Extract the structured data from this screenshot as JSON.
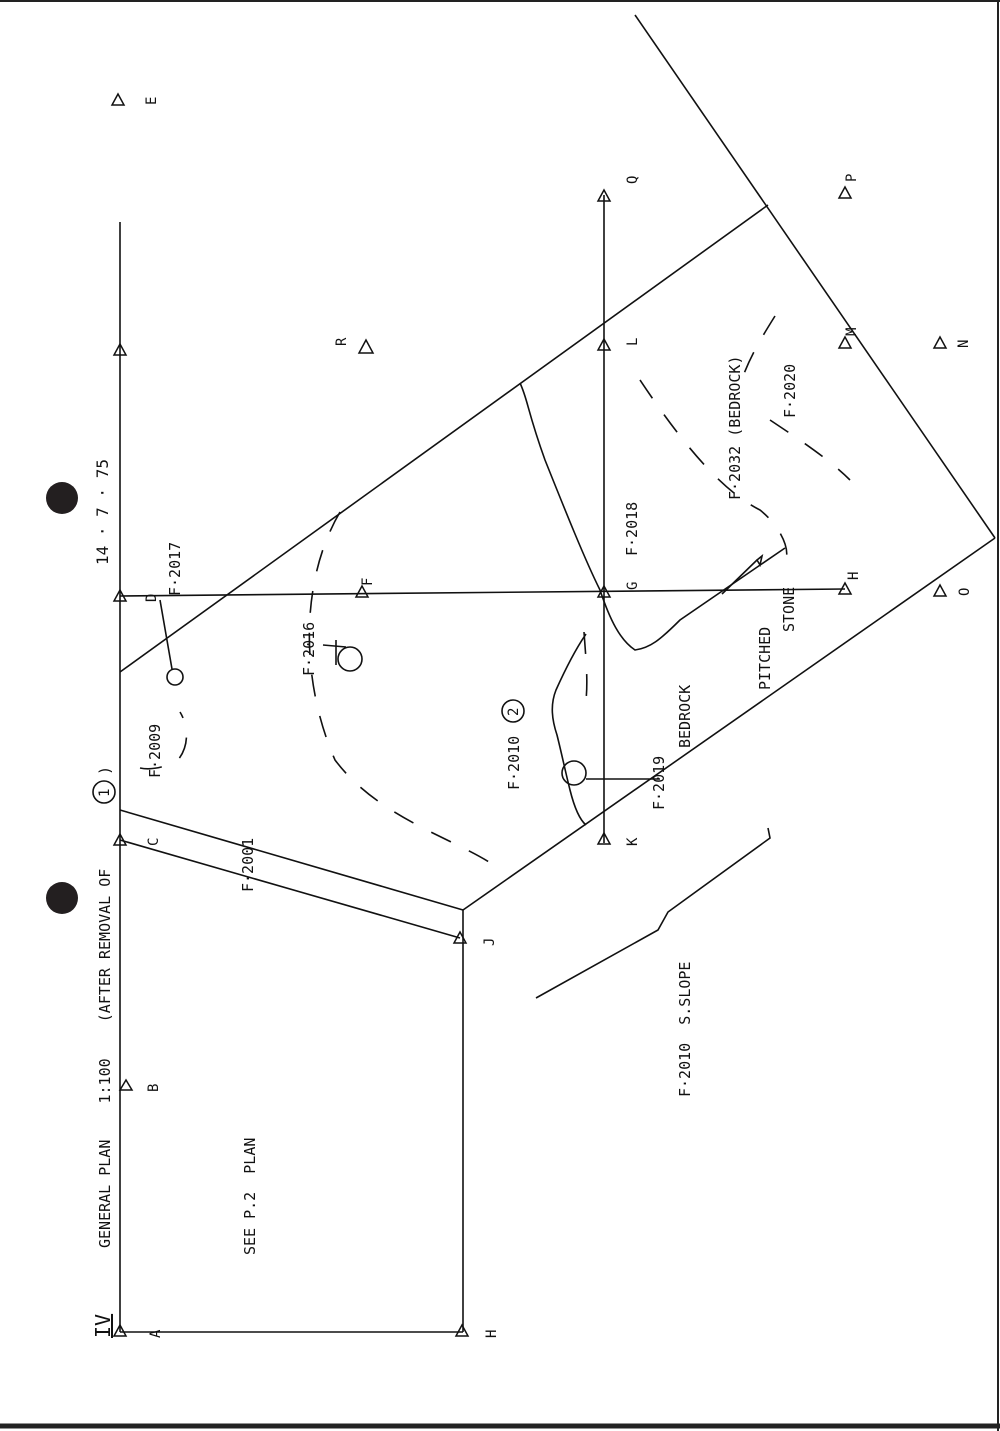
{
  "sheet": {
    "section_numeral": "IV",
    "title": "GENERAL PLAN    1:100    (AFTER REMOVAL OF",
    "title_circled": "1",
    "title_close": ")",
    "date": "14 · 7 · 75",
    "see_plan": "SEE P.2  PLAN",
    "slope_note": "F·2010  S.SLOPE"
  },
  "stations": {
    "A": "A",
    "B": "B",
    "C": "C",
    "D": "D",
    "E": "E",
    "F": "F",
    "G": "G",
    "H1": "H",
    "H2": "H",
    "J": "J",
    "K": "K",
    "L": "L",
    "M": "M",
    "N": "N",
    "O": "O",
    "P": "P",
    "Q": "Q",
    "R": "R"
  },
  "features": {
    "f2001": "F·2001",
    "f2009": "F·2009",
    "f2010": "F·2010",
    "f2010_circled": "2",
    "f2016": "F·2016",
    "f2017": "F·2017",
    "f2018": "F·2018",
    "f2019": "F·2019",
    "f2020": "F·2020",
    "f2032": "F·2032 (BEDROCK)",
    "bedrock": "BEDROCK",
    "pitched": "PITCHED",
    "stone": "STONE"
  }
}
